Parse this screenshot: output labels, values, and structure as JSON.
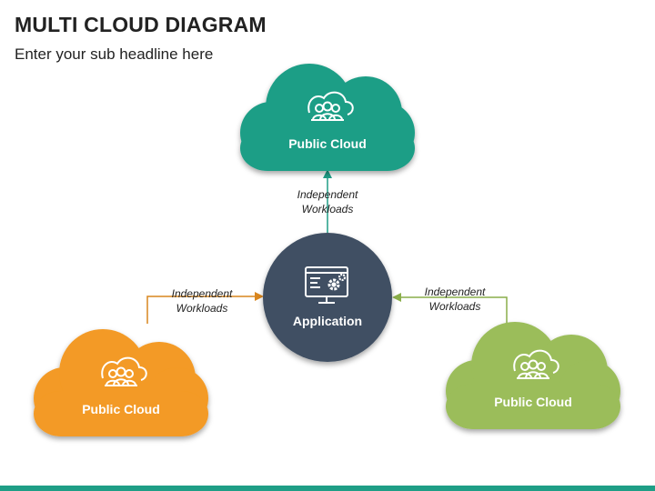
{
  "header": {
    "title": "MULTI CLOUD DIAGRAM",
    "subtitle": "Enter your sub headline here"
  },
  "center": {
    "label": "Application",
    "icon": "monitor-gear-icon",
    "color": "#3f4f63"
  },
  "clouds": [
    {
      "label": "Public Cloud",
      "icon": "users-cloud-icon",
      "color": "#1f9e86"
    },
    {
      "label": "Public Cloud",
      "icon": "users-cloud-icon",
      "color": "#f39a25"
    },
    {
      "label": "Public Cloud",
      "icon": "users-cloud-icon",
      "color": "#9bbd5a"
    }
  ],
  "connectors": [
    {
      "line1": "Independent",
      "line2": "Workloads",
      "color": "#1f9e86"
    },
    {
      "line1": "Independent",
      "line2": "Workloads",
      "color": "#d9861e"
    },
    {
      "line1": "Independent",
      "line2": "Workloads",
      "color": "#8aae4a"
    }
  ],
  "footer": {
    "bar_color": "#1f9e86"
  }
}
